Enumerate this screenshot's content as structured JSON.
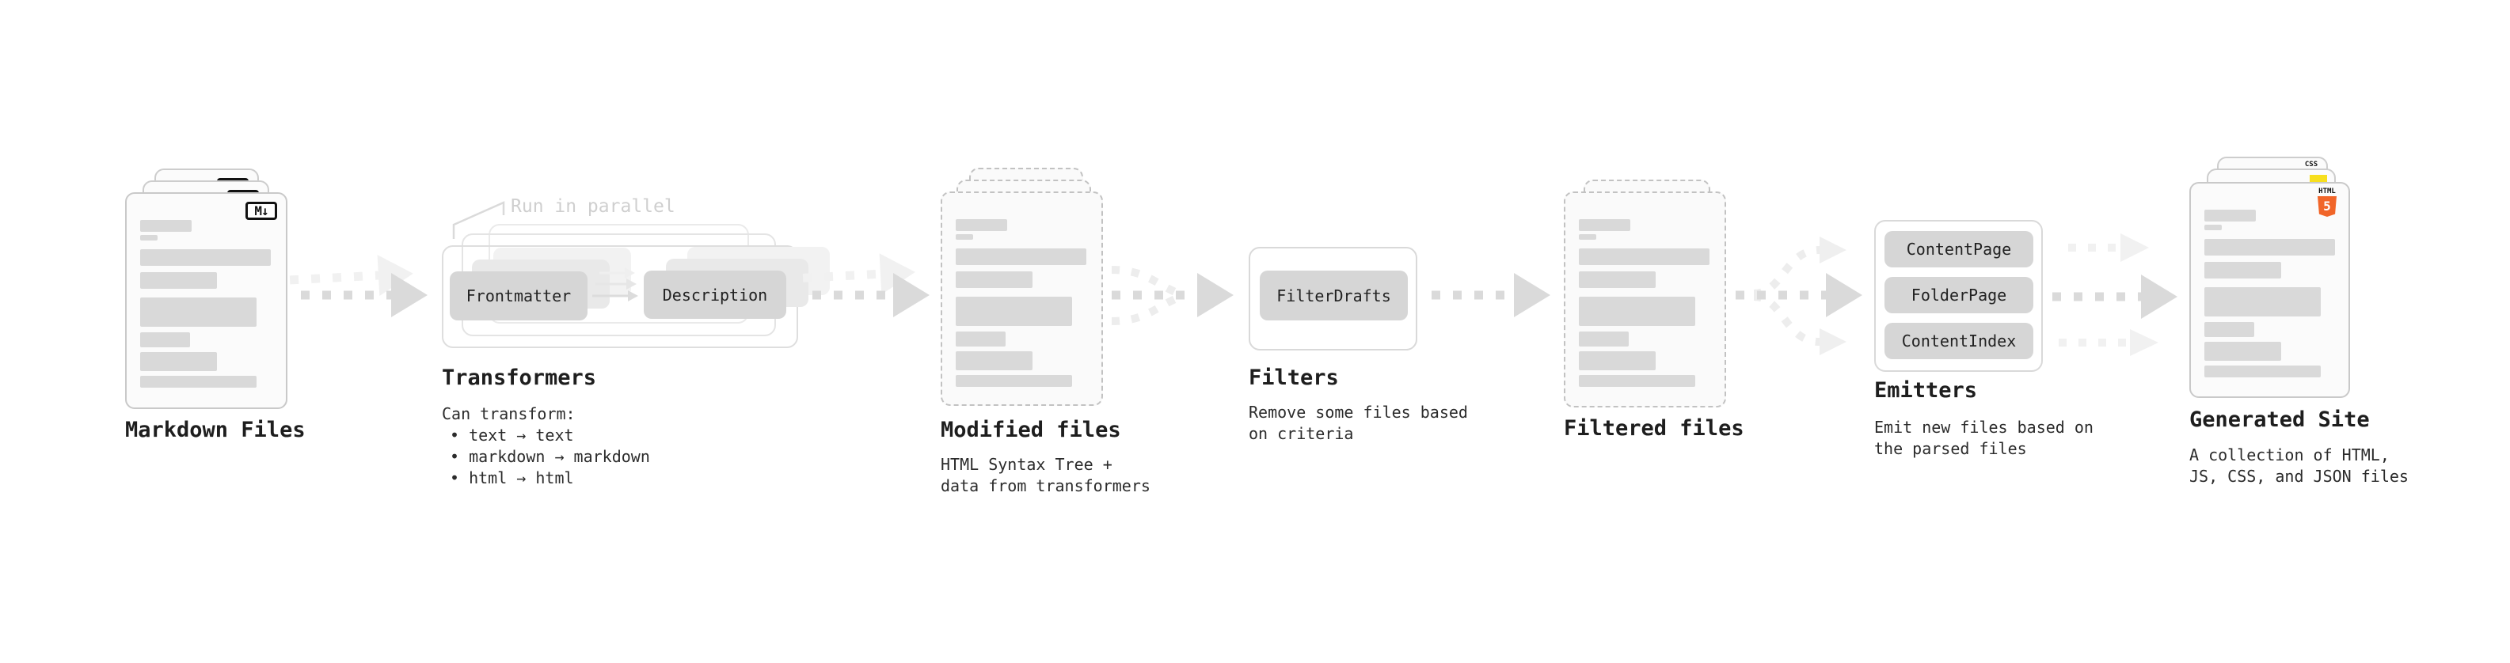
{
  "colors": {
    "background": "#ffffff",
    "arrow_dark": "#dadada",
    "arrow_light": "#f1f1f1",
    "chip_fill": "#d6d6d6",
    "html5_orange": "#f16529",
    "js_yellow": "#f7df1e",
    "css_blue": "#2965f1"
  },
  "stages": {
    "markdown_files": {
      "title": "Markdown Files",
      "badge": "M↓"
    },
    "transformers": {
      "note": "Run in parallel",
      "buttons": [
        "Frontmatter",
        "Description"
      ],
      "title": "Transformers",
      "desc_heading": "Can transform:",
      "bullets": [
        "• text → text",
        "• markdown → markdown",
        "• html → html"
      ]
    },
    "modified_files": {
      "title": "Modified files",
      "desc_lines": [
        "HTML Syntax Tree +",
        "data from transformers"
      ]
    },
    "filters": {
      "title": "Filters",
      "buttons": [
        "FilterDrafts"
      ],
      "desc_lines": [
        "Remove some files based",
        "on criteria"
      ]
    },
    "filtered_files": {
      "title": "Filtered files"
    },
    "emitters": {
      "title": "Emitters",
      "buttons": [
        "ContentPage",
        "FolderPage",
        "ContentIndex"
      ],
      "desc_lines": [
        "Emit new files based on",
        "the parsed files"
      ]
    },
    "generated_site": {
      "title": "Generated Site",
      "desc_lines": [
        "A collection of HTML,",
        "JS, CSS, and JSON files"
      ],
      "badges": {
        "markup": "HTML",
        "markup_version": "5",
        "styles": "CSS"
      }
    }
  }
}
